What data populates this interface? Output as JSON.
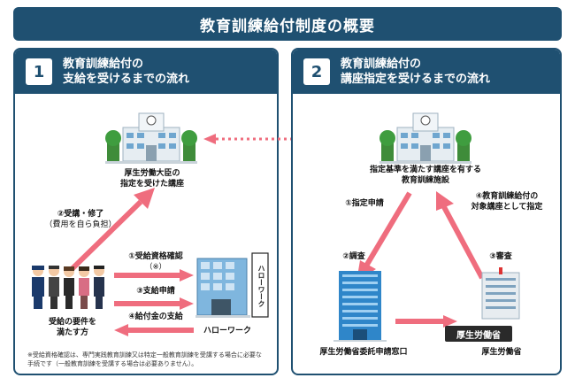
{
  "title": "教育訓練給付制度の概要",
  "colors": {
    "navy": "#1f5071",
    "arrow": "#ef6d7e",
    "blue": "#2f86c9"
  },
  "panel1": {
    "number": "1",
    "heading_line1": "教育訓練給付の",
    "heading_line2": "支給を受けるまでの流れ",
    "building_label_line1": "厚生労働大臣の",
    "building_label_line2": "指定を受けた講座",
    "step2_label": "②受講・修了",
    "step2_sub": "（費用を自ら負担）",
    "step1_label": "①受給資格確認",
    "step1_mark": "（※）",
    "step3_label": "③支給申請",
    "step4_label": "④給付金の支給",
    "people_label_line1": "受給の要件を",
    "people_label_line2": "満たす方",
    "hellowork_sign": "ハローワーク",
    "hellowork_label": "ハローワーク",
    "note_line1": "※受給資格確認は、専門実践教育訓練又は特定一般教育訓練を受講する場合に必要な",
    "note_line2": "手続です（一般教育訓練を受講する場合は必要ありません）。"
  },
  "panel2": {
    "number": "2",
    "heading_line1": "教育訓練給付の",
    "heading_line2": "講座指定を受けるまでの流れ",
    "facility_label_line1": "指定基準を満たす講座を有する",
    "facility_label_line2": "教育訓練施設",
    "step1_label": "①指定申請",
    "step4_label_line1": "④教育訓練給付の",
    "step4_label_line2": "対象講座として指定",
    "step2_label": "②調査",
    "step3_label": "③審査",
    "mhlw_sign": "厚生労働省",
    "office_label": "厚生労働省委託申請窓口",
    "mhlw_label": "厚生労働省"
  }
}
